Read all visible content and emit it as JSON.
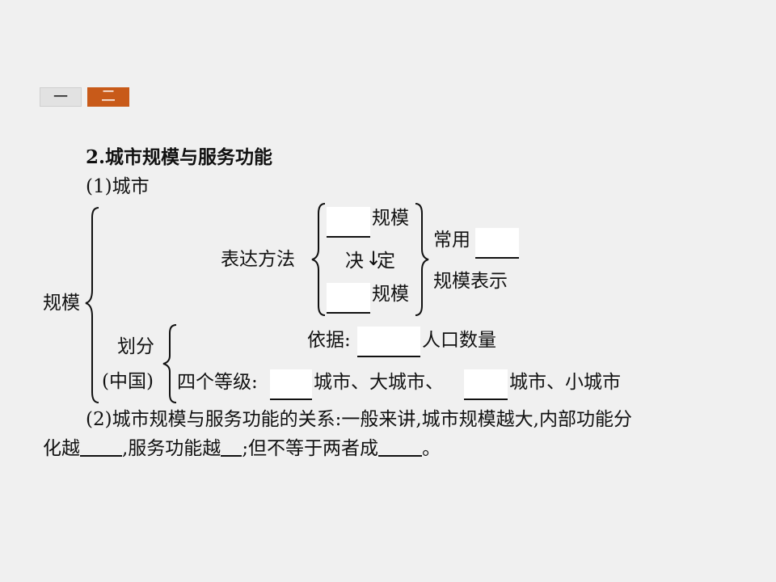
{
  "tabs": [
    "一",
    "二"
  ],
  "heading": "2.城市规模与服务功能",
  "sub1": "(1)城市",
  "left_label": "规模",
  "expr": {
    "label": "表达方法",
    "top_suffix": "规模",
    "middle_a": "决",
    "arrow": "↓",
    "middle_b": "定",
    "bottom_suffix": "规模"
  },
  "right": {
    "line1": "常用",
    "line2": "规模表示"
  },
  "division": {
    "label1": "划分",
    "label2": "(中国)",
    "basis_prefix": "依据:",
    "basis_suffix": "人口数量",
    "levels_prefix": "四个等级:",
    "levels_mid": "城市、大城市、",
    "levels_end": "城市、小城市"
  },
  "sub2": {
    "line1": "(2)城市规模与服务功能的关系:一般来讲,城市规模越大,内部功能分",
    "l2_a": "化越",
    "l2_b": ",服务功能越",
    "l2_c": ";但不等于两者成",
    "l2_d": "。"
  }
}
